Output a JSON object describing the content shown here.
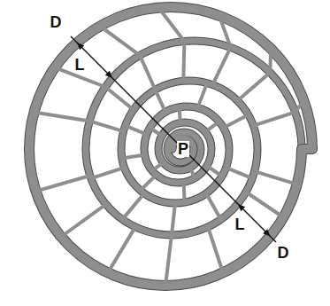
{
  "diagram": {
    "labels": [
      "D",
      "L",
      "P",
      "L",
      "D"
    ]
  }
}
